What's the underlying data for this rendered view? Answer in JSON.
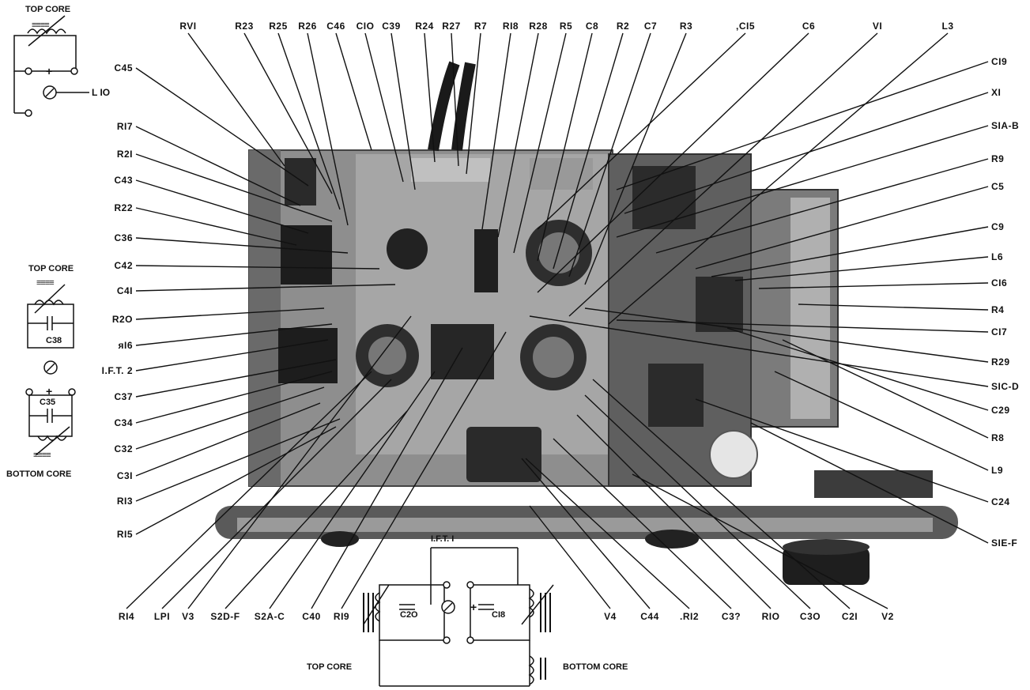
{
  "labels_top": [
    "RVI",
    "R23",
    "R25",
    "R26",
    "C46",
    "CIO",
    "C39",
    "R24",
    "R27",
    "R7",
    "RI8",
    "R28",
    "R5",
    "C8",
    "R2",
    "C7",
    "R3",
    ",CI5",
    "C6",
    "VI",
    "L3"
  ],
  "labels_left": [
    "C45",
    "RI7",
    "R2I",
    "C43",
    "R22",
    "C36",
    "C42",
    "C4I",
    "R2O",
    "ᴙI6",
    "I.F.T. 2",
    "C37",
    "C34",
    "C32",
    "C3I",
    "RI3",
    "RI5"
  ],
  "labels_right": [
    "CI9",
    "XI",
    "SIA-B",
    "R9",
    "C5",
    "C9",
    "L6",
    "CI6",
    "R4",
    "CI7",
    "R29",
    "SIC-D",
    "C29",
    "R8",
    "L9",
    "C24",
    "SIE-F"
  ],
  "labels_bottom": [
    "RI4",
    "LPI",
    "V3",
    "S2D-F",
    "S2A-C",
    "C40",
    "RI9",
    "V4",
    "C44",
    ".RI2",
    "C3?",
    "RIO",
    "C3O",
    "C2I",
    "V2"
  ],
  "schematic_top_left": {
    "title": "TOP CORE",
    "coil": "L IO",
    "core_marks": "≡≡≡≡"
  },
  "schematic_mid_left": {
    "title": "TOP CORE",
    "cap1": "C38",
    "cap2": "C35",
    "bottom_title": "BOTTOM CORE",
    "core_marks": "≡≡≡≡"
  },
  "schematic_bottom": {
    "ift": "I.F.T. I",
    "cap_left": "C2O",
    "cap_right": "CI8",
    "top_core": "TOP CORE",
    "bottom_core": "BOTTOM CORE"
  },
  "colors": {
    "chassis": "#8d8d8d",
    "chassis_dark": "#3a3a3a",
    "panel": "#b5b5b5",
    "line": "#111111",
    "paper": "#ffffff"
  }
}
